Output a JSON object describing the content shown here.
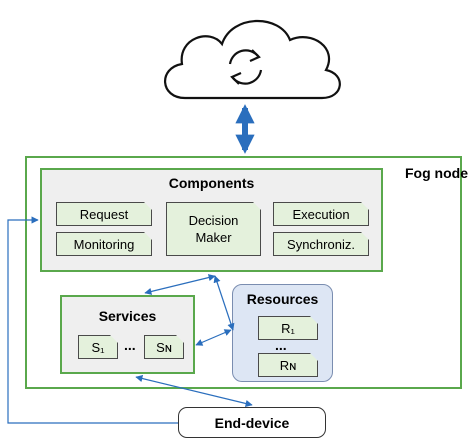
{
  "fog_node": {
    "label": "Fog node"
  },
  "components": {
    "title": "Components",
    "request": "Request",
    "monitoring": "Monitoring",
    "decision_maker_line1": "Decision",
    "decision_maker_line2": "Maker",
    "execution": "Execution",
    "synchronization": "Synchroniz."
  },
  "services": {
    "title": "Services",
    "s1": "S₁",
    "dots": "...",
    "sn": "Sɴ"
  },
  "resources": {
    "title": "Resources",
    "r1": "R₁",
    "dots": "...",
    "rn": "Rɴ"
  },
  "end_device": {
    "label": "End-device"
  },
  "colors": {
    "green": "#5aa84c",
    "chip_fill": "#e4f1dc",
    "resources_fill": "#dde6f4",
    "arrow_blue": "#2a6ebd"
  },
  "icons": [
    "cloud-icon",
    "sync-icon"
  ]
}
